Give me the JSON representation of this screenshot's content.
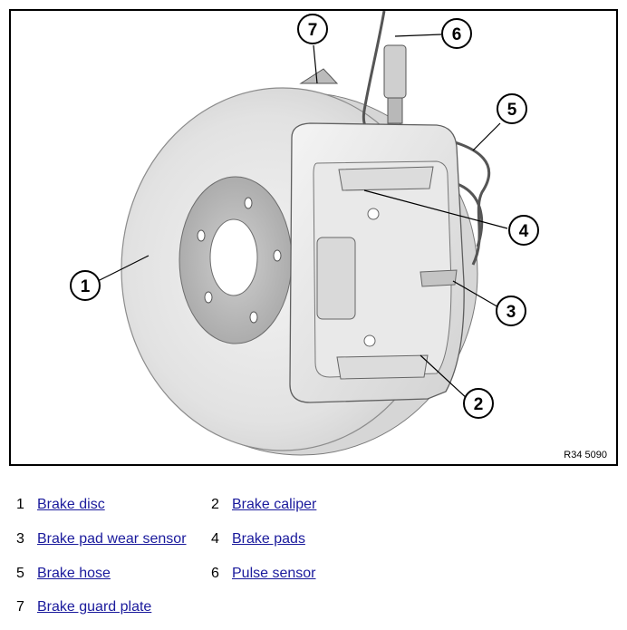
{
  "figure": {
    "code": "R34 5090"
  },
  "callouts": [
    {
      "number": "1"
    },
    {
      "number": "2"
    },
    {
      "number": "3"
    },
    {
      "number": "4"
    },
    {
      "number": "5"
    },
    {
      "number": "6"
    },
    {
      "number": "7"
    }
  ],
  "legend": [
    {
      "number": "1",
      "label": "Brake disc"
    },
    {
      "number": "2",
      "label": "Brake caliper"
    },
    {
      "number": "3",
      "label": "Brake pad wear sensor"
    },
    {
      "number": "4",
      "label": "Brake pads"
    },
    {
      "number": "5",
      "label": "Brake hose"
    },
    {
      "number": "6",
      "label": "Pulse sensor"
    },
    {
      "number": "7",
      "label": "Brake guard plate"
    }
  ],
  "colors": {
    "link": "#1a1a9c",
    "border": "#000000"
  }
}
